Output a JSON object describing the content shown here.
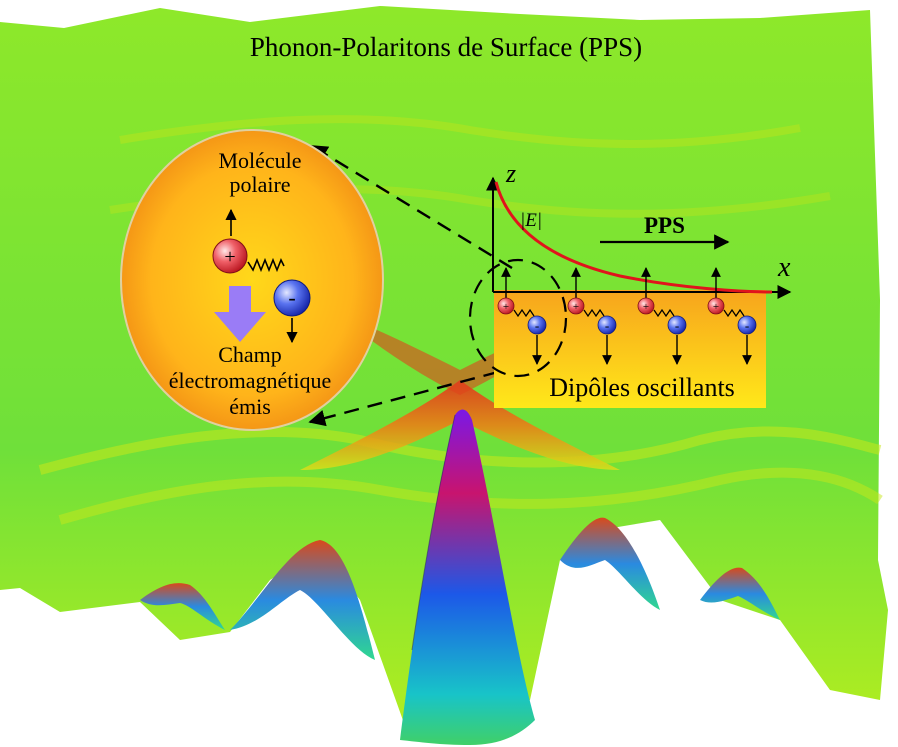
{
  "title": "Phonon-Polaritons de Surface (PPS)",
  "molecule": {
    "label_line1": "Molécule",
    "label_line2": "polaire",
    "plus_sign": "+",
    "minus_sign": "-",
    "field_line1": "Champ",
    "field_line2": "électromagnétique",
    "field_line3": "émis"
  },
  "plot": {
    "z_label": "z",
    "x_label": "x",
    "e_label": "|E|",
    "pps_label": "PPS",
    "dipoles_label": "Dipôles oscillants",
    "dipole_count": 4
  },
  "colors": {
    "surface_green": "#86e61c",
    "surface_red": "#e0282c",
    "surface_purple": "#8a1ee0",
    "surface_blue": "#1a4ee8",
    "circle_orange": "#f7a21a",
    "circle_yellow": "#ffd000",
    "curve_red": "#e0141c",
    "arrow_purple": "#9a7cf6"
  }
}
